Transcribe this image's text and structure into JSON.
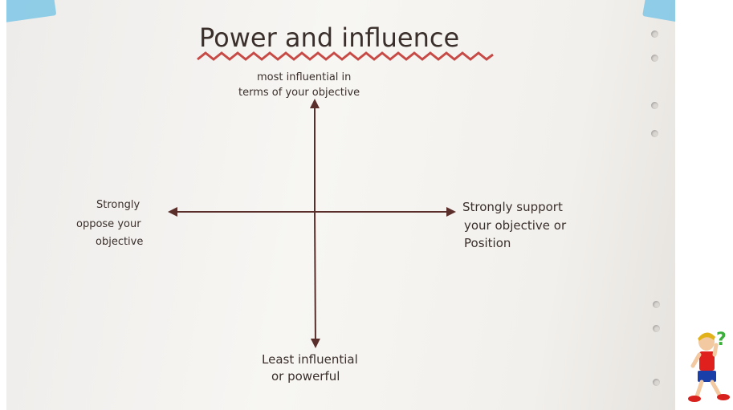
{
  "diagram": {
    "title": "Power and influence",
    "top_label": [
      "most influential in",
      "terms of your objective"
    ],
    "bottom_label": [
      "Least influential",
      "or powerful"
    ],
    "left_label": [
      "Strongly",
      "oppose your",
      "objective"
    ],
    "right_label": [
      "Strongly support",
      "your objective or",
      "Position"
    ]
  },
  "colors": {
    "title_underline": "#c84a46",
    "ink": "#3a2f2a",
    "arrow": "#5a2e2a",
    "tape": "#7ec7e6"
  },
  "icons": [
    "question-mark-mascot-icon"
  ]
}
